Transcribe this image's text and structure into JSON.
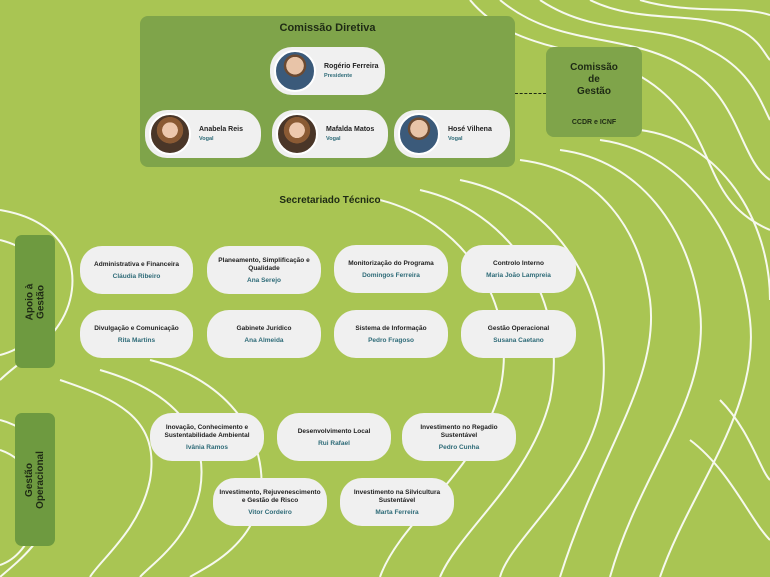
{
  "colors": {
    "background": "#a9c553",
    "panel": "#7fa44a",
    "card": "#f0f0f0",
    "accent": "#2e6b78"
  },
  "directive": {
    "title": "Comissão Diretiva",
    "president": {
      "name": "Rogério Ferreira",
      "role": "Presidente",
      "icon": "avatar-photo"
    },
    "members": [
      {
        "name": "Anabela Reis",
        "role": "Vogal"
      },
      {
        "name": "Mafalda Matos",
        "role": "Vogal"
      },
      {
        "name": "Hosé Vilhena",
        "role": "Vogal"
      }
    ]
  },
  "management": {
    "line1": "Comissão",
    "line2": "de",
    "line3": "Gestão",
    "subtitle": "CCDR e ICNF"
  },
  "secretariat": {
    "title": "Secretariado Técnico"
  },
  "support": {
    "label": "Apoio à\nGestão",
    "units": [
      {
        "name": "Administrativa e Financeira",
        "lead": "Cláudia Ribeiro"
      },
      {
        "name": "Planeamento, Simplificação e Qualidade",
        "lead": "Ana Serejo"
      },
      {
        "name": "Monitorização do Programa",
        "lead": "Domingos Ferreira"
      },
      {
        "name": "Controlo Interno",
        "lead": "Maria João Lampreia"
      },
      {
        "name": "Divulgação e Comunicação",
        "lead": "Rita Martins"
      },
      {
        "name": "Gabinete Jurídico",
        "lead": "Ana Almeida"
      },
      {
        "name": "Sistema de Informação",
        "lead": "Pedro Fragoso"
      },
      {
        "name": "Gestão Operacional",
        "lead": "Susana Caetano"
      }
    ]
  },
  "operational": {
    "label": "Gestão\nOperacional",
    "units": [
      {
        "name": "Inovação, Conhecimento e Sustentabilidade Ambiental",
        "lead": "Ivânia Ramos"
      },
      {
        "name": "Desenvolvimento Local",
        "lead": "Rui Rafael"
      },
      {
        "name": "Investimento no Regadio Sustentável",
        "lead": "Pedro Cunha"
      },
      {
        "name": "Investimento, Rejuvenescimento e Gestão de Risco",
        "lead": "Vitor Cordeiro"
      },
      {
        "name": "Investimento na Silvicultura Sustentável",
        "lead": "Marta Ferreira"
      }
    ]
  }
}
